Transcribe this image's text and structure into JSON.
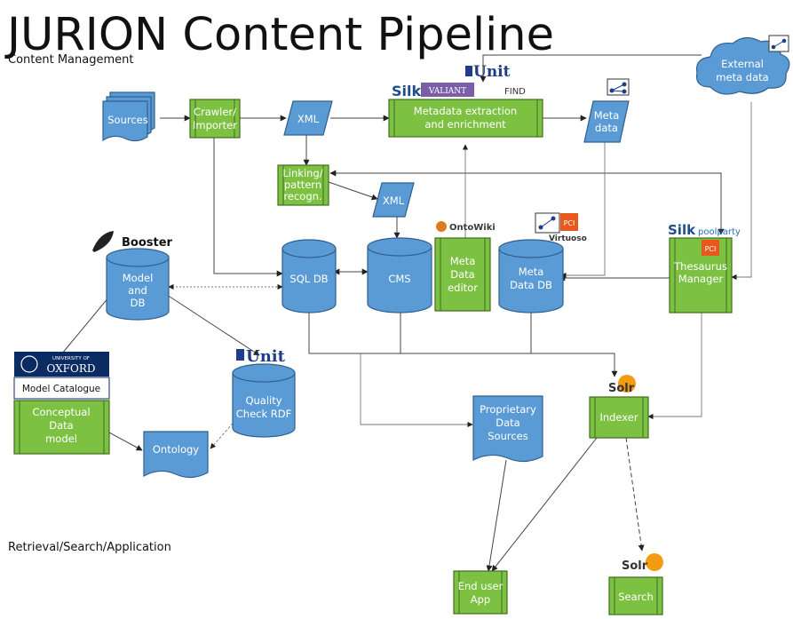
{
  "title": "JURION Content Pipeline",
  "sections": {
    "content_management": "Content Management",
    "retrieval": "Retrieval/Search/Application"
  },
  "nodes": {
    "sources": "Sources",
    "crawler": [
      "Crawler/",
      "Importer"
    ],
    "xml_top": "XML",
    "metadata_extraction": [
      "Metadata extraction",
      "and enrichment"
    ],
    "meta_data_doc": [
      "Meta",
      "data"
    ],
    "external_meta": [
      "External",
      "meta data"
    ],
    "linking": [
      "Linking/",
      "pattern",
      "recogn."
    ],
    "xml_mid": "XML",
    "model_db": [
      "Model",
      "and",
      "DB"
    ],
    "sql_db": "SQL DB",
    "cms": "CMS",
    "meta_data_editor": [
      "Meta",
      "Data",
      "editor"
    ],
    "meta_data_db": [
      "Meta",
      "Data DB"
    ],
    "thesaurus": [
      "Thesaurus",
      "Manager"
    ],
    "quality_check": [
      "Quality",
      "Check RDF"
    ],
    "conceptual": [
      "Conceptual",
      "Data",
      "model"
    ],
    "ontology": "Ontology",
    "proprietary": [
      "Proprietary",
      "Data",
      "Sources"
    ],
    "indexer": "Indexer",
    "end_user": [
      "End user",
      "App"
    ],
    "search": "Search"
  },
  "logos": {
    "booster": "Booster",
    "oxford_university": "UNIVERSITY OF",
    "oxford": "OXFORD",
    "model_catalogue": "Model Catalogue",
    "silk": "Silk",
    "valiant": "VALIANT",
    "find": "FIND",
    "unit": "Unit",
    "ontowiki": "OntoWiki",
    "virtuoso": "Virtuoso",
    "poolparty": "poolparty",
    "pci": "PCI",
    "solr": "Solr"
  },
  "colors": {
    "green": "#7dc142",
    "blue": "#5b9bd5",
    "oxford_navy": "#0b2b63",
    "orange": "#e8571c"
  }
}
